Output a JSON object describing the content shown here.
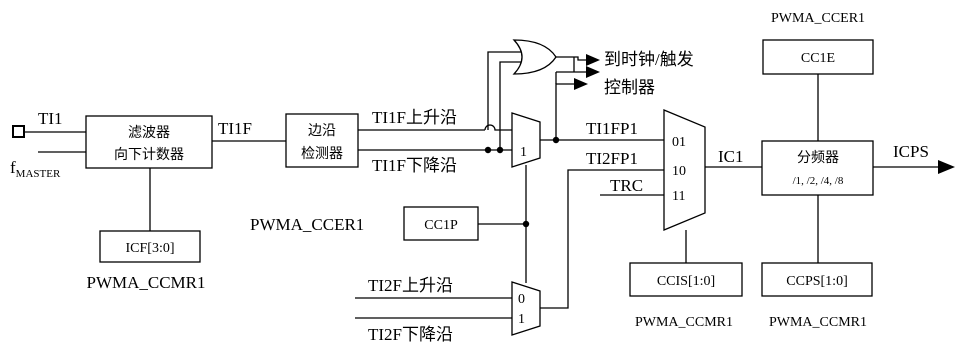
{
  "diagram": {
    "inputs": {
      "ti1": "TI1",
      "f": "f",
      "master_sub": "MASTER",
      "ti2f_rise": "TI2F上升沿",
      "ti2f_fall": "TI2F下降沿"
    },
    "blocks": {
      "filter_line1": "滤波器",
      "filter_line2": "向下计数器",
      "icf": "ICF[3:0]",
      "edge_line1": "边沿",
      "edge_line2": "检测器",
      "cc1p": "CC1P",
      "ccis": "CCIS[1:0]",
      "cc1e": "CC1E",
      "prescaler_line1": "分频器",
      "prescaler_line2": "/1, /2, /4, /8",
      "ccps": "CCPS[1:0]"
    },
    "signals": {
      "ti1f": "TI1F",
      "ti1f_rise": "TI1F上升沿",
      "ti1f_fall": "TI1F下降沿",
      "ti1fp1": "TI1FP1",
      "ti2fp1": "TI2FP1",
      "trc": "TRC",
      "ic1": "IC1",
      "icps": "ICPS",
      "to_clock_line1": "到时钟/触发",
      "to_clock_line2": "控制器"
    },
    "registers": {
      "ccmr1_left": "PWMA_CCMR1",
      "ccer1_mid": "PWMA_CCER1",
      "ccer1_top": "PWMA_CCER1",
      "ccmr1_ccis": "PWMA_CCMR1",
      "ccmr1_ccps": "PWMA_CCMR1"
    },
    "mux_labels": {
      "mux1_in1": "1",
      "mux2_in0": "0",
      "mux2_in1": "1",
      "mux3_in01": "01",
      "mux3_in10": "10",
      "mux3_in11": "11"
    }
  }
}
